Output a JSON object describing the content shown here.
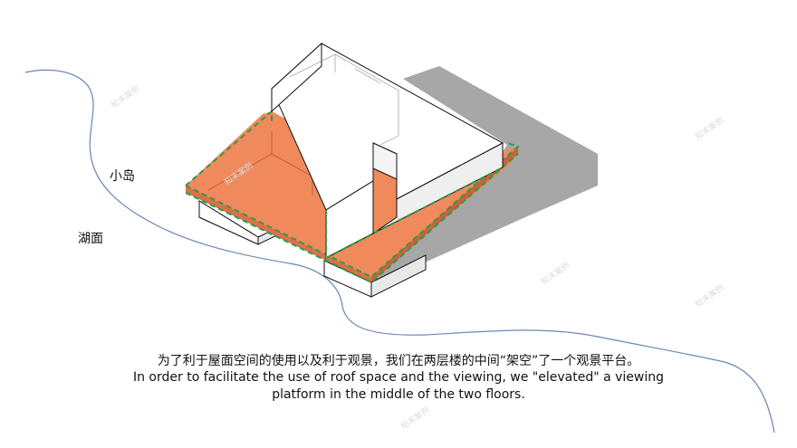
{
  "labels": {
    "island": "小岛",
    "lake": "湖面"
  },
  "caption": {
    "chinese": "为了利于屋面空间的使用以及利于观景，我们在两层楼的中间“架空”了一个观景平台。",
    "english_line1": "In order to facilitate the use of roof space and the viewing, we \"elevated\" a viewing",
    "english_line2": "platform in the middle of the two floors."
  },
  "watermark": "知末案例",
  "colors": {
    "platform_fill": "#f08a5d",
    "platform_dashed_outline": "#2e9b47",
    "shadow": "#a7a7a7",
    "shoreline": "#6b86b3",
    "building_fill": "#ffffff",
    "building_edges": "#111111"
  }
}
